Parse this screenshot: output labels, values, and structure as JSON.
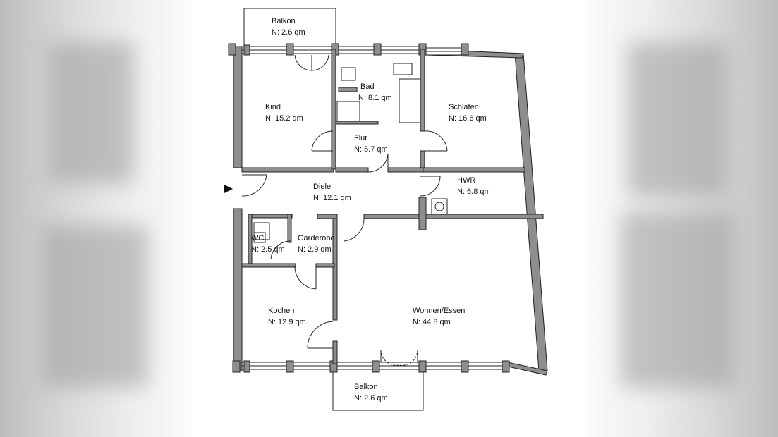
{
  "rooms": [
    {
      "id": "balkon-top",
      "name": "Balkon",
      "area": "N:  2.6  qm"
    },
    {
      "id": "kind",
      "name": "Kind",
      "area": "N:  15.2  qm"
    },
    {
      "id": "bad",
      "name": "Bad",
      "area": "N:  8.1  qm"
    },
    {
      "id": "schlafen",
      "name": "Schlafen",
      "area": "N:  16.6  qm"
    },
    {
      "id": "flur",
      "name": "Flur",
      "area": "N:  5.7  qm"
    },
    {
      "id": "diele",
      "name": "Diele",
      "area": "N:  12.1  qm"
    },
    {
      "id": "hwr",
      "name": "HWR",
      "area": "N:  6.8  qm"
    },
    {
      "id": "wc",
      "name": "WC",
      "area": "N:  2.5  qm"
    },
    {
      "id": "garderobe",
      "name": "Garderobe",
      "area": "N:  2.9  qm"
    },
    {
      "id": "kochen",
      "name": "Kochen",
      "area": "N:  12.9  qm"
    },
    {
      "id": "wohnen",
      "name": "Wohnen/Essen",
      "area": "N:  44.8  qm"
    },
    {
      "id": "balkon-bottom",
      "name": "Balkon",
      "area": "N:  2.6  qm"
    }
  ],
  "colors": {
    "wall": "#8e8e8e",
    "line": "#222222",
    "paper": "#ffffff"
  },
  "icons": [
    "entrance-arrow-icon",
    "door-swing-icon",
    "washing-machine-icon"
  ]
}
